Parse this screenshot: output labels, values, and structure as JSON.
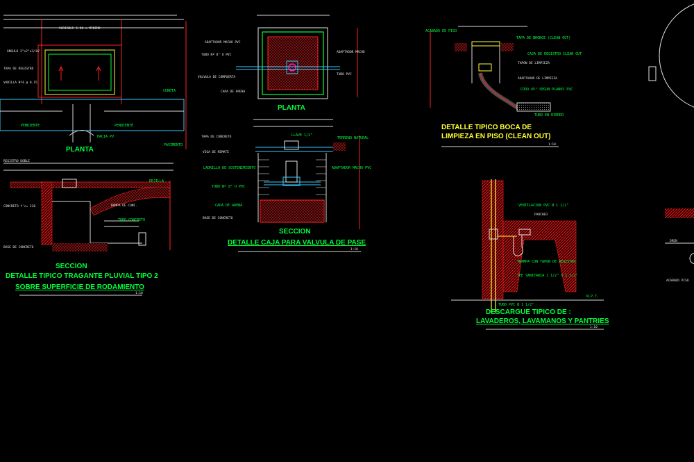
{
  "titles": {
    "tragante_planta": "PLANTA",
    "tragante_seccion": "SECCION",
    "tragante_title_1": "DETALLE TIPICO TRAGANTE PLUVIAL TIPO 2",
    "tragante_title_2": "SOBRE SUPERFICIE DE RODAMIENTO",
    "tragante_scale": "1:10",
    "valvula_planta": "PLANTA",
    "valvula_seccion": "SECCION",
    "valvula_title": "DETALLE CAJA PARA VALVULA DE PASE",
    "valvula_scale": "1:10",
    "cleanout_title_1": "DETALLE TIPICO BOCA DE",
    "cleanout_title_2": "LIMPIEZA EN PISO (CLEAN OUT)",
    "cleanout_scale": "1:10",
    "descargue_title_1": "DESCARGUE TIPICO DE :",
    "descargue_title_2": "LAVADEROS, LAVAMANOS Y PANTRIES",
    "descargue_scale": "1:10"
  },
  "labels": {
    "cuneta": "CUNETA",
    "pendiente_1": "PENDIENTE",
    "pendiente_2": "PENDIENTE",
    "pavimento": "PAVIMENTO",
    "tubo_pvc": "TUBO PVC",
    "hacia_pv": "HACIA PV",
    "ventilacion": "VENTILACION PVC Ø 1 1/2\"",
    "trampa": "TRAMPA CON TAPON DE REGISTRO",
    "tee_sanitaria": "TEE SANITARIA 1 1/2\" X 1 1/2\"",
    "tubo_pvc_descarga": "TUBO PVC Ø 1 1/2\"",
    "npt": "N.P.T.",
    "codo": "CODO 45° SEGUN PLANOS PVC",
    "tubo_hierro": "TUBO EN HIERRO",
    "caja_registro": "CAJA DE REGISTRO CLEAN OUT",
    "tapa_bronce": "TAPA DE BRONCE (CLEAN OUT)",
    "acabado_piso": "ACABADO DE PISO",
    "llave": "LLAVE 1/2\"",
    "terreno": "TERRENO NATURAL",
    "adaptador_macho": "ADAPTADOR MACHO PVC",
    "capa_arena": "CAPA DE ARENA",
    "tubo_pvc_2": "TUBO Nº 8\" O PVC",
    "ladrillo": "LADRILLO DE SOSTENIMIENTO",
    "rejilla": "REJILLA",
    "tubo_concreto": "TUBO CONCRETO"
  }
}
